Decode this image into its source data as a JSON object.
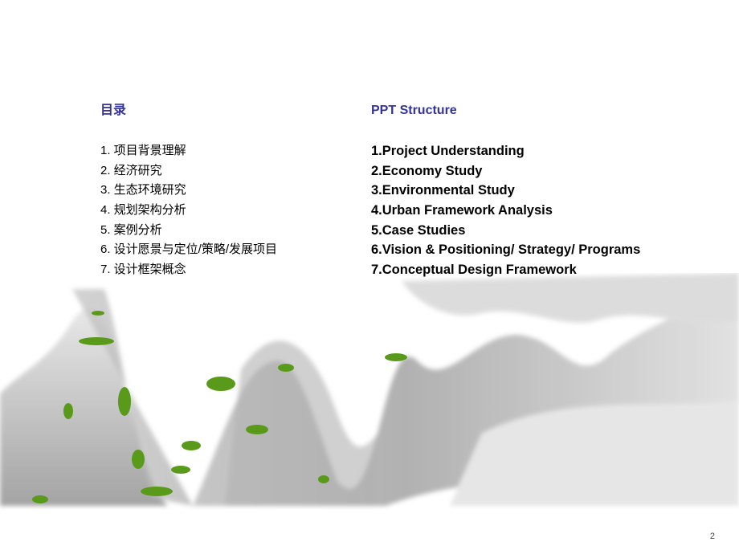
{
  "left_toc": {
    "title": "目录",
    "items": [
      "1. 项目背景理解",
      "2. 经济研究",
      "3. 生态环境研究",
      "4. 规划架构分析",
      "5. 案例分析",
      "6. 设计愿景与定位/策略/发展项目",
      "7. 设计框架概念"
    ]
  },
  "right_toc": {
    "title": "PPT Structure",
    "items": [
      "1.Project Understanding",
      "2.Economy Study",
      "3.Environmental Study",
      "4.Urban Framework Analysis",
      "5.Case Studies",
      "6.Vision & Positioning/ Strategy/ Programs",
      "7.Conceptual Design Framework"
    ]
  },
  "page_number": "2",
  "colors": {
    "title": "#33339f",
    "green": "#5a9a1a"
  }
}
